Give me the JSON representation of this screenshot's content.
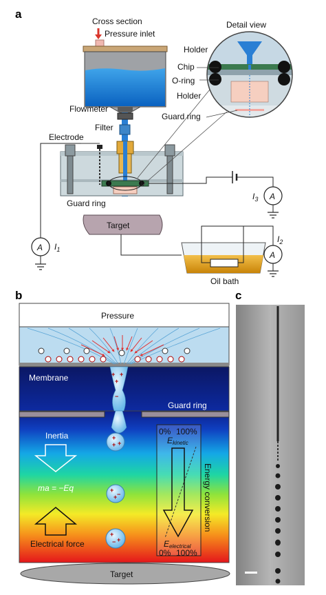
{
  "panels": {
    "a": "a",
    "b": "b",
    "c": "c"
  },
  "panel_a": {
    "cross_section": "Cross section",
    "pressure_inlet": "Pressure inlet",
    "flowmeter": "Flowmeter",
    "filter": "Filter",
    "electrode": "Electrode",
    "guard_ring": "Guard ring",
    "target": "Target",
    "oil_bath": "Oil bath",
    "ammeter_symbol": "A",
    "current_1": "I",
    "current_1_sub": "1",
    "current_2": "I",
    "current_2_sub": "2",
    "current_3": "I",
    "current_3_sub": "3",
    "detail": {
      "title": "Detail view",
      "holder_top": "Holder",
      "chip": "Chip",
      "oring": "O-ring",
      "holder_bottom": "Holder",
      "guard_ring": "Guard ring"
    }
  },
  "panel_b": {
    "pressure": "Pressure",
    "membrane": "Membrane",
    "guard_ring": "Guard ring",
    "inertia": "Inertia",
    "equation": "ma = −Eq",
    "electrical_force": "Electrical force",
    "target": "Target",
    "energy_conversion": "Energy conversion",
    "pct_zero_top": "0%",
    "pct_hundred_top": "100%",
    "e_kinetic": "E",
    "e_kinetic_sub": "kinetic",
    "e_electrical": "E",
    "e_electrical_sub": "electrical",
    "pct_zero_bottom": "0%",
    "pct_hundred_bottom": "100%"
  },
  "colors": {
    "water": "#1a86d6",
    "tube": "#2a7fd4",
    "target": "#b7a4ae",
    "oil": "#e0a21f",
    "guard": "#9a8f9a"
  }
}
